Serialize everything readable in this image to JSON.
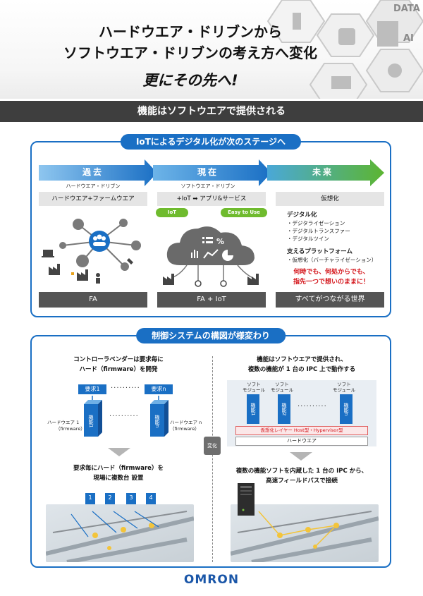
{
  "hero": {
    "line1": "ハードウエア・ドリブンから",
    "line2": "ソフトウエア・ドリブンの考え方へ変化",
    "sub": "更にその先へ!",
    "deco_text_data": "DATA",
    "deco_text_ai": "AI"
  },
  "band": {
    "text": "機能はソフトウエアで提供される"
  },
  "panel1": {
    "title": "IoTによるデジタル化が次のステージへ",
    "stages": [
      {
        "label": "過去",
        "sub": "ハードウエア・ドリブン",
        "head": "ハードウエア+ファームウエア",
        "foot": "FA"
      },
      {
        "label": "現在",
        "sub": "ソフトウエア・ドリブン",
        "head": "+IoT ➡ アプリ&サービス",
        "foot": "FA + IoT"
      },
      {
        "label": "未来",
        "sub": "",
        "head": "仮想化",
        "foot": "すべてがつながる世界"
      }
    ],
    "pills": {
      "iot": "IoT",
      "easy": "Easy to Use"
    },
    "digital": {
      "heading": "デジタル化",
      "items": [
        "・デジタライゼーション",
        "・デジタルトランスファー",
        "・デジタルツイン"
      ]
    },
    "platform": {
      "heading": "支えるプラットフォーム",
      "items": [
        "・仮想化（バーチャライゼーション）"
      ]
    },
    "red": {
      "line1": "何時でも、何処からでも、",
      "line2": "指先一つで想いのままに！"
    },
    "colors": {
      "blue": "#1a6fc4",
      "green": "#6fbb2e",
      "red": "#d4141a"
    }
  },
  "panel2": {
    "title": "制御システムの構図が様変わり",
    "left_top": {
      "line1": "コントローラベンダーは要求毎に",
      "line2": "ハード（firmware）を開発"
    },
    "req1": "要求1",
    "reqn": "要求n",
    "dots": "··········",
    "mod1": "機能1",
    "modn": "機能n",
    "hw1": {
      "line1": "ハードウエア 1",
      "line2": "（firmware）"
    },
    "hwn": {
      "line1": "ハードウエア n",
      "line2": "（firmware）"
    },
    "left_bottom": {
      "line1": "要求毎にハード（firmware）を",
      "line2": "現場に複数台 設置"
    },
    "change": "変化",
    "right_top": {
      "line1": "機能はソフトウエアで提供され、",
      "line2": "複数の機能が 1 台の IPC 上で動作する"
    },
    "soft_label": "ソフト\nモジュール",
    "mods": [
      "機能1",
      "機能2",
      "機能n"
    ],
    "virt": "仮想化レイヤー Host型・Hypervisor型",
    "hw": "ハードウエア",
    "right_bottom": {
      "line1": "複数の機能ソフトを内蔵した 1 台の IPC から、",
      "line2": "高速フィールドバスで接続"
    },
    "numbers": [
      "1",
      "2",
      "3",
      "4"
    ]
  },
  "footer": {
    "logo": "OMRON"
  }
}
